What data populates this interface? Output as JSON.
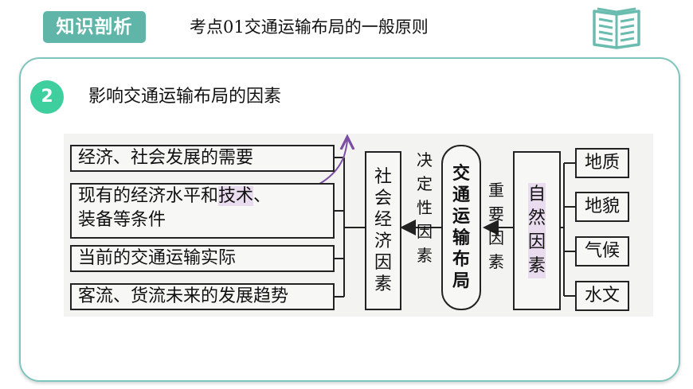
{
  "header": {
    "badge": "知识剖析",
    "topic": "考点01交通运输布局的一般原则",
    "book_icon": "open-book-icon"
  },
  "section": {
    "number": "2",
    "title": "影响交通运输布局的因素"
  },
  "diagram": {
    "socio_factors": [
      "经济、社会发展的需要",
      "现有的经济水平和技术、",
      "装备等条件",
      "当前的交通运输实际",
      "客流、货流未来的发展趋势"
    ],
    "socio_box": [
      "社",
      "会",
      "经",
      "济",
      "因",
      "素"
    ],
    "label_decisive": [
      "决",
      "定",
      "性",
      "因",
      "素"
    ],
    "core": [
      "交",
      "通",
      "运",
      "输",
      "布",
      "局"
    ],
    "label_important": [
      "重",
      "要",
      "因",
      "素"
    ],
    "natural_box": [
      "自",
      "然",
      "因",
      "素"
    ],
    "natural_factors": [
      "地质",
      "地貌",
      "气候",
      "水文"
    ]
  },
  "colors": {
    "accent": "#5fb6a8",
    "number_badge": "#3fcf9f",
    "annotation": "#7b4ea3",
    "highlight": "#e9dcef"
  }
}
